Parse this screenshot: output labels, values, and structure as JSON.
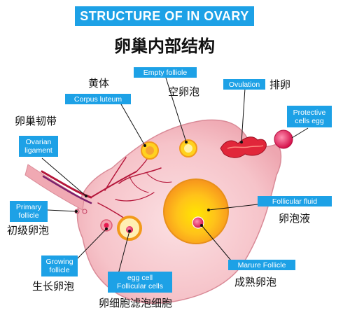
{
  "title_en": "STRUCTURE OF IN OVARY",
  "title_cn": "卵巢内部结构",
  "labels": {
    "corpus_luteum": {
      "en": "Corpus luteum",
      "cn": "黄体"
    },
    "empty_follicle": {
      "en": "Empty folliole",
      "cn": "空卵泡"
    },
    "ovulation": {
      "en": "Ovulation",
      "cn": "排卵"
    },
    "protective_cells": {
      "en_line1": "Protective",
      "en_line2": "cells egg"
    },
    "ovarian_ligament": {
      "en_line1": "Ovarian",
      "en_line2": "ligament",
      "cn": "卵巢韧带"
    },
    "primary_follicle": {
      "en_line1": "Primary",
      "en_line2": "follicle",
      "cn": "初级卵泡"
    },
    "growing_follicle": {
      "en_line1": "Growing",
      "en_line2": "follicle",
      "cn": "生长卵泡"
    },
    "egg_cell": {
      "en_line1": "egg cell",
      "en_line2": "Follicular cells",
      "cn": "卵细胞滤泡细胞"
    },
    "follicular_fluid": {
      "en": "Follicular fluid",
      "cn": "卵泡液"
    },
    "mature_follicle": {
      "en": "Marure Follicle",
      "cn": "成熟卵泡"
    }
  },
  "colors": {
    "label_bg": "#1da1e6",
    "ovary_fill": "#f4b9c0",
    "ovary_stroke": "#d98a97",
    "vessel": "#b5163a",
    "follicle_yellow": "#ffd21f",
    "follicle_orange": "#f7941d",
    "egg_pink": "#e8194f"
  }
}
